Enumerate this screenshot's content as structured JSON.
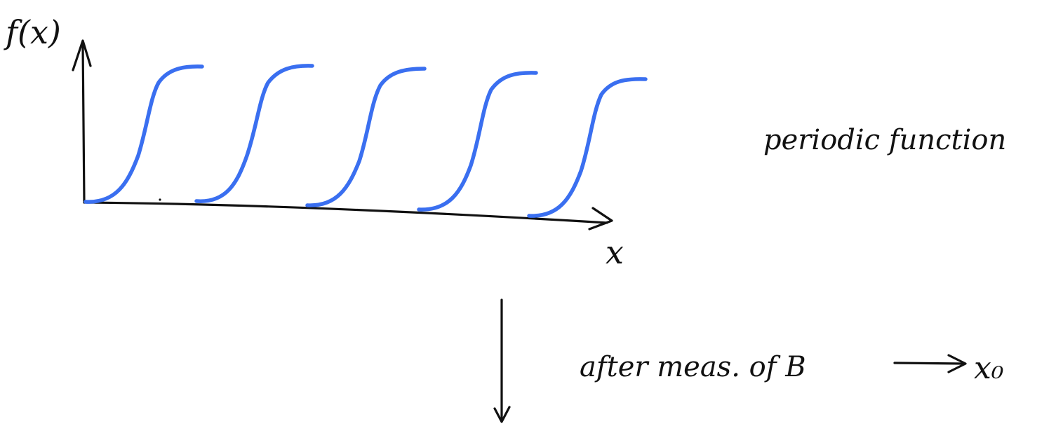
{
  "labels": {
    "y_axis": "f(x)",
    "x_axis": "x",
    "description": "periodic function",
    "step_note_prefix": "after meas. of B",
    "step_note_target": "x₀"
  },
  "colors": {
    "ink": "#111111",
    "curve": "#3a6ff0"
  }
}
